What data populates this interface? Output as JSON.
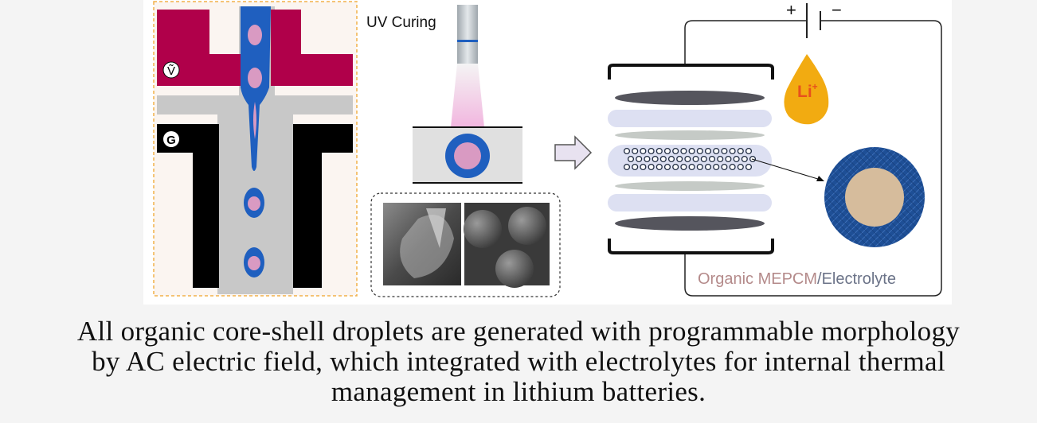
{
  "diagram": {
    "labels": {
      "voltage_symbol": "Ṽ",
      "ground_symbol": "G",
      "uv_label": "UV Curing",
      "battery_plus": "+",
      "battery_minus": "−",
      "li_ion": "Li",
      "li_charge": "+",
      "legend_organic": "Organic MEPCM",
      "legend_slash": "/",
      "legend_electrolyte": "Electrolyte"
    },
    "colors": {
      "electrode_top": "#b0004a",
      "electrode_ground": "#000000",
      "channel": "#c8c8c8",
      "droplet_shell": "#1f5fbf",
      "droplet_core": "#d99ac2",
      "li_drop": "#f2ab11",
      "li_text": "#e8501c",
      "capsule_shell": "#1e4f96",
      "capsule_core": "#d6bc9c",
      "legend_organic": "#b48a8a",
      "legend_electrolyte": "#6b7388",
      "dashed_frame": "#f2b24a"
    },
    "icons": [
      "arrow-right-icon",
      "uv-lamp-icon",
      "battery-symbol-icon"
    ]
  },
  "caption": {
    "line1": "All organic core-shell droplets are generated with programmable morphology",
    "line2": "by AC electric field, which integrated with electrolytes for internal thermal",
    "line3": "management in lithium batteries."
  }
}
